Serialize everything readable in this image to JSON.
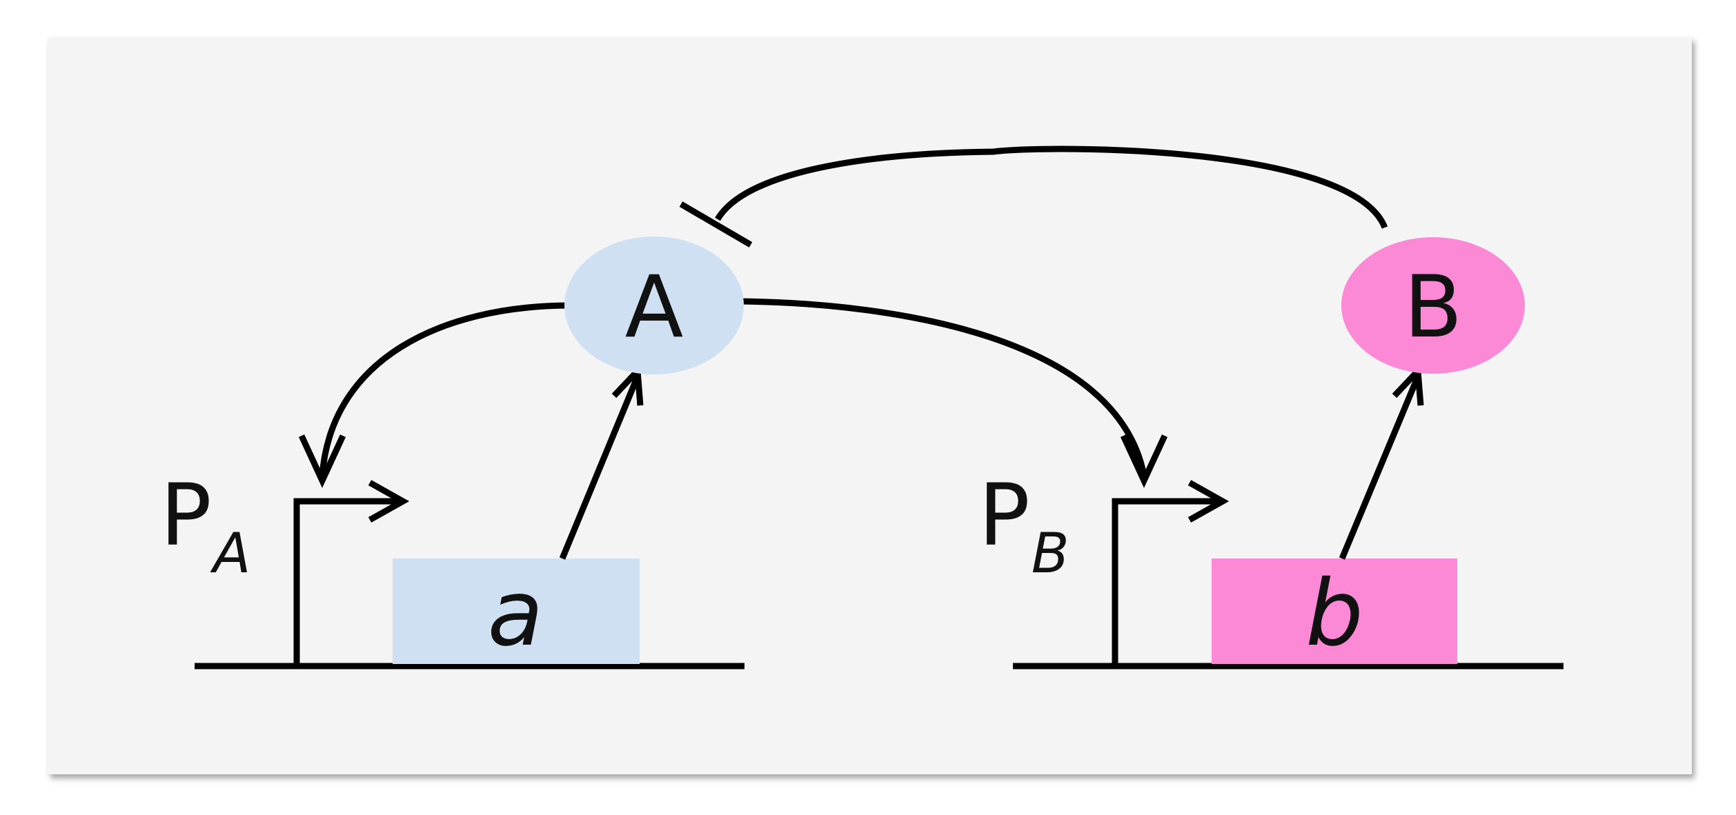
{
  "nodes": {
    "protein_a": {
      "label": "A",
      "color": "#cfe0f2"
    },
    "protein_b": {
      "label": "B",
      "color": "#fb89d6"
    }
  },
  "genes": {
    "gene_a": {
      "label": "a",
      "color": "#cfe0f2"
    },
    "gene_b": {
      "label": "b",
      "color": "#fb89d6"
    }
  },
  "promoters": {
    "promoter_a": {
      "label": "P",
      "subscript": "A"
    },
    "promoter_b": {
      "label": "P",
      "subscript": "B"
    }
  },
  "colors": {
    "background": "#f4f4f4",
    "line": "#000000"
  }
}
